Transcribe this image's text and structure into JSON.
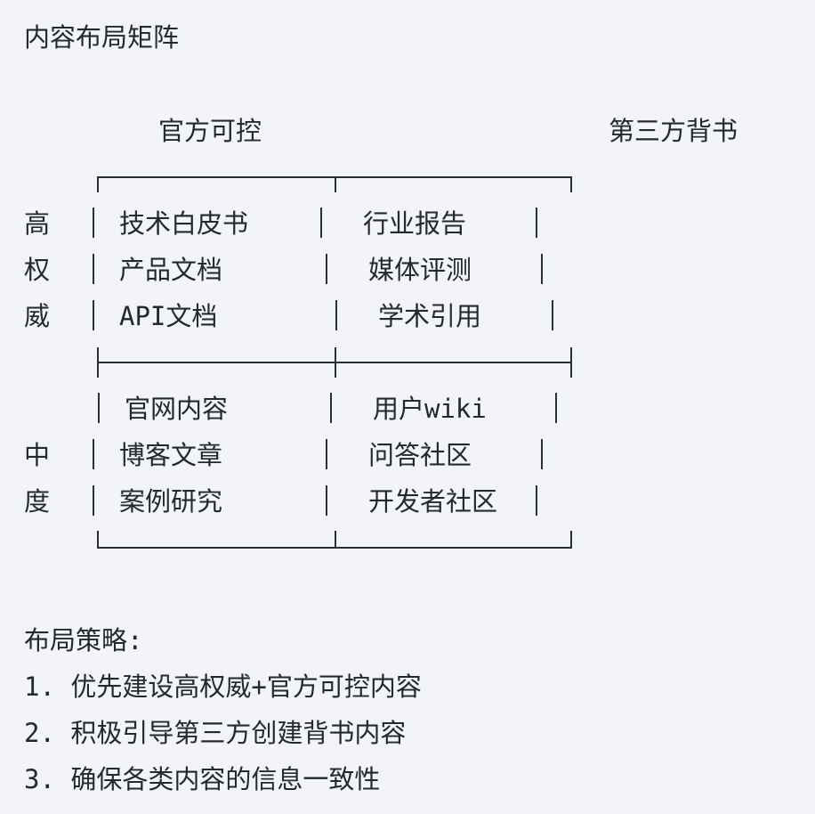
{
  "title": "内容布局矩阵",
  "columns": {
    "left": "官方可控",
    "right": "第三方背书"
  },
  "rows": {
    "high": [
      "高",
      "权",
      "威"
    ],
    "mid": [
      "中",
      "度"
    ]
  },
  "cells": {
    "high_left": [
      "技术白皮书",
      "产品文档",
      "API文档"
    ],
    "high_right": [
      "行业报告",
      "媒体评测",
      "学术引用"
    ],
    "mid_left": [
      "官网内容",
      "博客文章",
      "案例研究"
    ],
    "mid_right": [
      "用户wiki",
      "问答社区",
      "开发者社区"
    ]
  },
  "strategy": {
    "heading": "布局策略:",
    "items": [
      "1. 优先建设高权威+官方可控内容",
      "2. 积极引导第三方创建背书内容",
      "3. 确保各类内容的信息一致性"
    ]
  }
}
